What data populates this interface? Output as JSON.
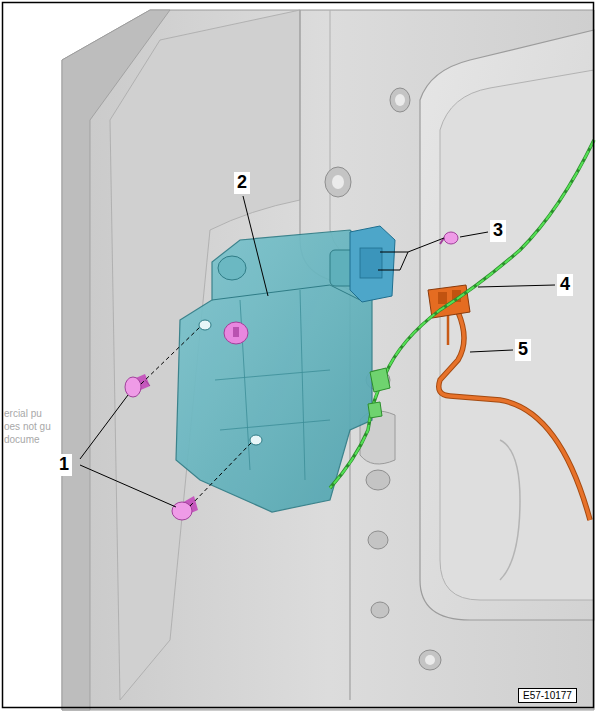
{
  "diagram": {
    "labels": [
      "2",
      "3",
      "4",
      "5",
      "1",
      "E57-10177",
      "ercial pu",
      "oes not gu",
      "docume"
    ]
  }
}
